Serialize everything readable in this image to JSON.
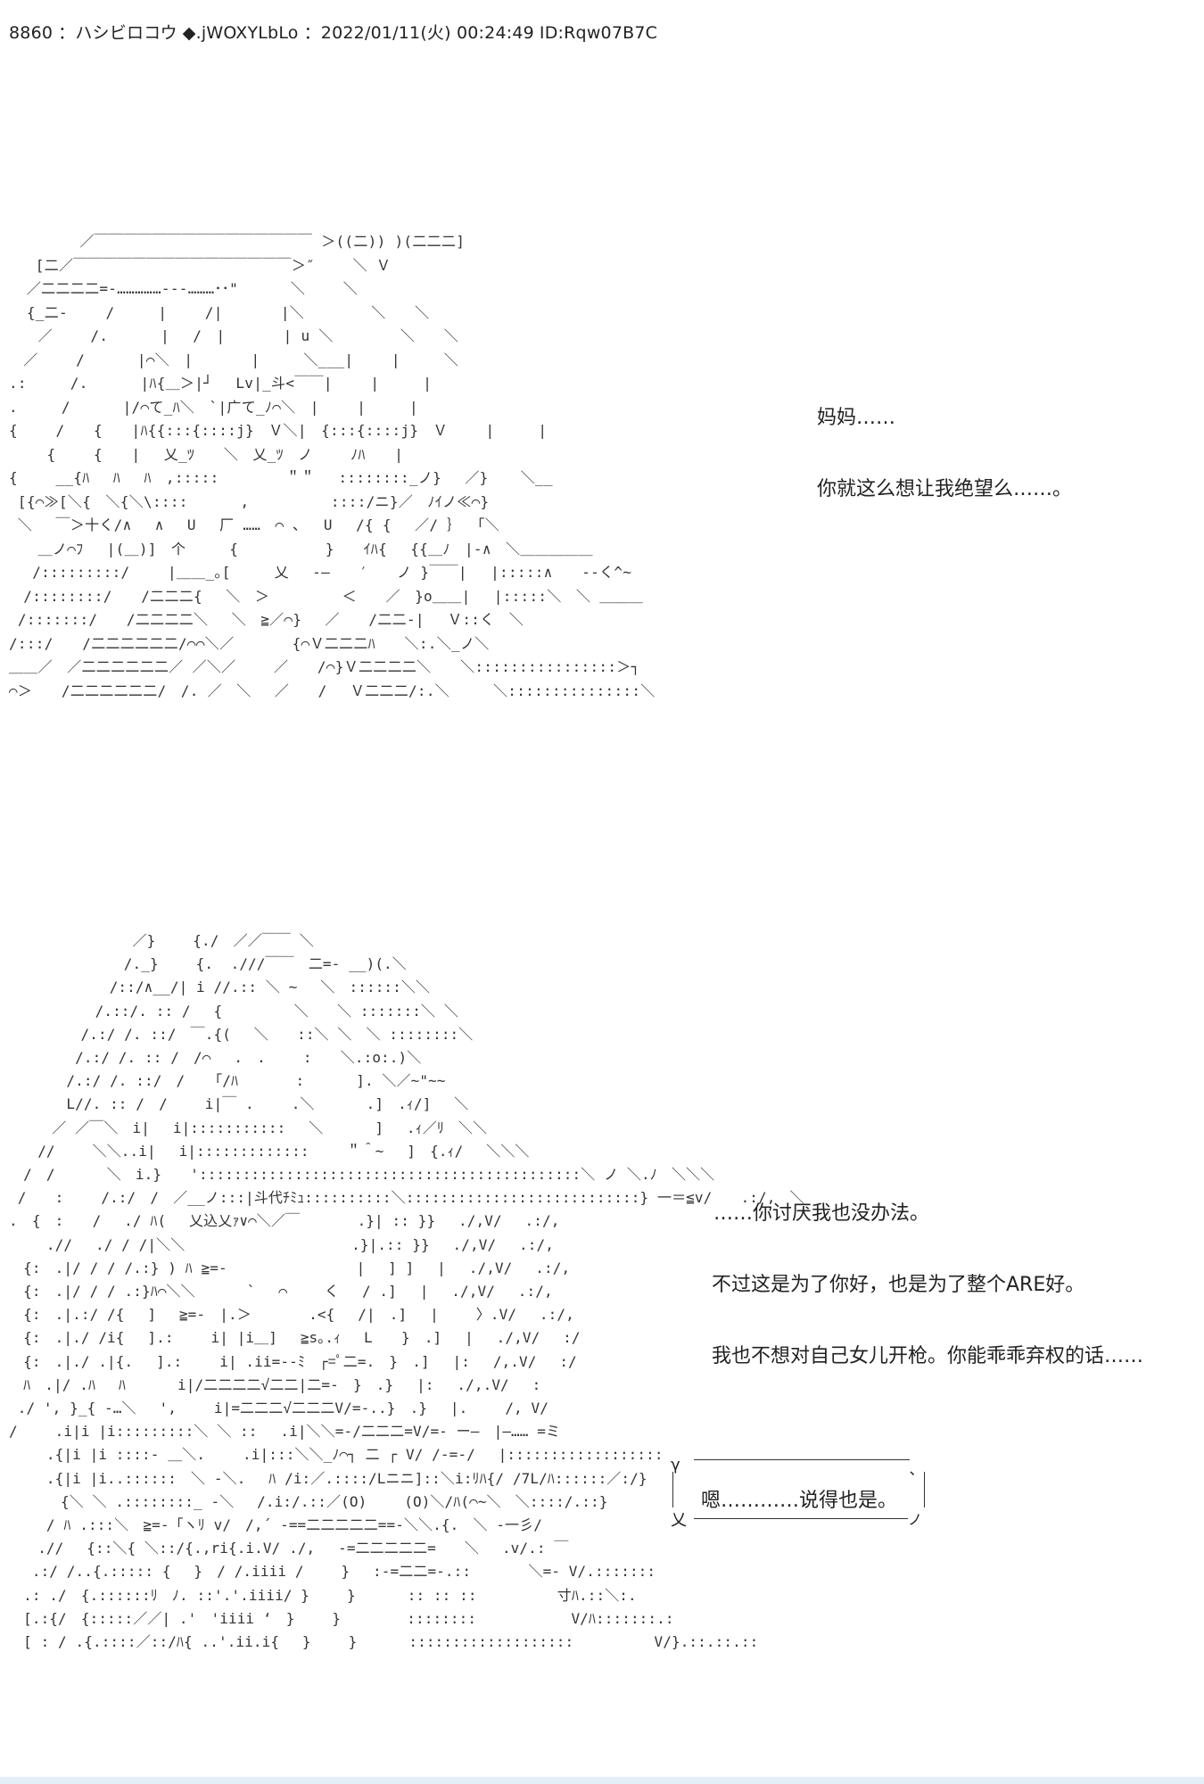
{
  "header": {
    "number": "8860",
    "name": "：ハシビロコウ",
    "trip": "◆.jWOXYLbLo",
    "date": "：2022/01/11(火) 00:24:49",
    "id": "ID:Rqw07B7C"
  },
  "art": {
    "panel_1": "        ／￣￣￣￣￣￣￣￣￣￣￣￣￣￣￣ ＞((二)) )(二二二]\n   [二／￣￣￣￣￣￣￣￣￣￣￣￣￣￣￣＞″　　 ＼ Ｖ\n  ／二二二二=-……………---………･･\"　　　 ＼　　 ＼\n  {_二-　　 /　　　|　　 /|　　　　|＼　　　　 ＼　　＼\n　　／　　 /.　　　 |　 /　|　　　　| u ＼　　　　 ＼　　＼\n　／　　 /　　　 |⌒＼　|　　　　|　　　＼___|　　 |　　　＼\n.:　　　/.　　　 |ﾊ{＿＞|┘　 Lv|_斗<￣￣|　　 |　　　|\n.　　　/　　　 |/⌒て_ﾊ＼　`|广て_ﾉ⌒＼　|　　 |　　　|\n{　　 /　　{　　|ﾊ{{:::{::::j}　Ｖ＼|　{:::{::::j}　Ｖ　　 |　　　|\n　　 {　　 {　　|　 乂_ﾂ　　＼　乂_ﾂ　ノ　　 ﾉﾊ　　|\n{　　 __{ﾊ　 ﾊ　 ﾊ　,:::::　　　　 ＂＂　 ::::::::_ノ}　 ／} 　 ＼__\n [{⌒≫[＼{　＼{＼\\::::　　　 ,　　　　　 ::::/ニ}／　ﾉｲノ≪⌒}\n ＼　 ￣＞十く/∧ 　∧　 U 　厂 ……　⌒ ､　 U　 /{ {　 ／/ ｝ 「＼\n　　＿ノ⌒ﾌ　 |(＿)]　个　　　{　　　　　　}　　ｲﾊ{　 {{＿ﾉ　|-∧　＼＿＿＿＿＿\n　 /:::::::::/　　 |＿＿_｡[　　　乂　 -—　　′　　ノ }￣￣|　 |:::::∧　　-‐く^~\n　/::::::::/　　/二二二{　 ＼　＞　　　　　＜　　／　}o＿＿|　 |:::::＼　＼ ＿＿＿\n /:::::::/　　/二二二二＼　 ＼　≧／⌒}　 ／　　/二二-|　 Ｖ::く　＼\n/:::/　　/二二二二二二/⌒⌒＼／　　　　{⌒Ｖ二二二ﾊ　　＼:.＼_ノ＼\n＿＿／　／二二二二二二／ ／＼／　　 ／　　/⌒}Ｖ二二二二＼　　＼::::::::::::::::＞┐\n⌒＞　　/二二二二二二/　/. ／　＼　 ／　　/　 Ｖ二二二/:.＼　　　＼:::::::::::::::＼",
    "panel_2": "　　　　　　　　 ／}　　 {./　／／￣￣ ＼\n　　　　　　　　/._}　　 {.  .///￣￣　二=- __)(.＼\n　　　　　　　/::/∧__/| i //.:: ＼ ~　 ＼　::::::＼＼\n　　　　　　/.::/. :: /　 {　　　　　＼　　＼ :::::::＼ ＼\n　　　　　/.:/ /. ::/　￣.{(　 ＼　　::＼ ＼　＼ ::::::::＼\n　　　　 /.:/ /. :: /　/⌒　 .　.　　 :　　＼.:o:.)＼\n　　　　/.:/ /. ::/　/　 「/ﾊ　　　　:　　　 ]. ＼／~\"~~\n　　　　L//. :: /　/　　 i|￣ .　　 .＼ 　　　.]　.ｨ/]　 ＼\n　　　／ ／￣＼　i|　 i|:::::::::::　 ＼　　　 ]　 .ｨ／ﾘ　＼＼\n　　//　　 ＼＼..i|　 i|:::::::::::::　　 ＂＾~　 ]　{.ｨ/　 ＼＼＼\n　/　/　　　 ＼　i.}　　'::::::::::::::::::::::::::::::::::::::::::::＼ ノ ＼.ﾉ　＼＼＼\n /　　:　　 /.:/　/　／__ノ:::|斗代ﾁﾐｭ::::::::::＼:::::::::::::::::::::::::::} 一＝≦v/　　.:/,　＼\n.　{　:　　/　 ./ ﾊ(　 乂込乂ｧ∨⌒＼／￣　　　　.}| :: }}　 ./,V/　 .:/,\n　　 .//　 ./ / /|＼＼　　　　　　　　　　　 .}|.:: }}　 ./,V/　 .:/,\n　{:　.|/ / / /.:} ) ﾊ ≧=-　　　　　　　　　|　 ] ]　 |　 ./,V/　 .:/,\n　{:　.|/ / / .:}ﾊ⌒＼＼　　　 `　 ⌒　　 く　 / .]　 |　 ./,V/　 .:/,\n　{:　.|.:/ /{　 ]　 ≧=-　|.＞　　　　.<{　 /|　.]　 |　　 〉.V/　 .:/,\n　{:　.|./ /i{　 ].:　　 i| |i＿]　 ≧s｡.ｨ　 L　　}　.]　 |　 ./,V/　 :/\n　{:　.|./ .|{.　 ].:　　 i| .ii=--ﾐ　┌=ﾟ二=.　}　.]　 |:　 /,.V/　 :/\n　ﾊ　.|/ .ﾊ　 ﾊ　　　 i|/二二二二√二二|二=-　}　.}　 |:　 ./,.V/　 :\n ./ ', }_{ -…＼　 ',　　 i|=二二二√二二二V/=-..}　.}　 |.　　 /, V/\n/　　 .i|i |i:::::::::＼ ＼ ::　 .i|＼＼=-/二二二=V/=- ー—　|—…… =ミ\n　　 .{|i |i ::::- ＿＼.　　 .i|:::＼＼_ﾉ⌒┐ 二 ┌ V/ /-=-/　 |::::::::::::::::::\n　　 .{|i |i..::::::　＼ -＼.　 ﾊ /i:／.::::/Lニニ]::＼i:ﾘﾊ{/ /7L/ﾊ::::::／:/}\n　　　 {＼ ＼ .::::::::_ -＼　 /.i:/.::／(O)　　 (O)＼/ﾊ(⌒~＼　＼::::/.::}\n　　 / ﾊ .:::＼　≧=-「ヽﾘ v/　/,´ -==二二二二二==-＼＼.{.　＼ -一彡/\n　　.// 　{::＼{ ＼::/{.,ri{.i.V/ ./,　 -=二二二二二=　　＼　 .v/.: ￣\n　 .:/ /..{.::::: {　 }　/ /.iiii /　　 }　 :-=二二=-.::　　　　＼=- V/.:::::::\n　.: ./　{.::::::ﾘ　ﾉ. ::'.'.iiii/ }　　 }　　　 :: :: ::　　　　　 寸ﾊ.::＼:.\n　[.:{/　{:::::／／| .'　'iiii ‘　}　　 }　　　　 ::::::::　　　　　　 V/ﾊ:::::::.:\n　[ : / .{.::::／::/ﾊ{ ..'.ii.i{　 }　　 }　　　 :::::::::::::::::::　　　　　 V/}.::.::.::"
  },
  "dialogue": {
    "line_1": "妈妈……",
    "line_2": "你就这么想让我绝望么……。",
    "line_3": "……你讨厌我也没办法。",
    "line_4": "不过这是为了你好，也是为了整个ARE好。",
    "line_5": "我也不想对自己女儿开枪。你能乖乖弃权的话……",
    "bubble_text": "嗯…………说得也是。",
    "bubble_gamma": "γ",
    "bubble_yi": "乂",
    "bubble_corner_tr": "､",
    "bubble_corner_br": "ノ"
  }
}
